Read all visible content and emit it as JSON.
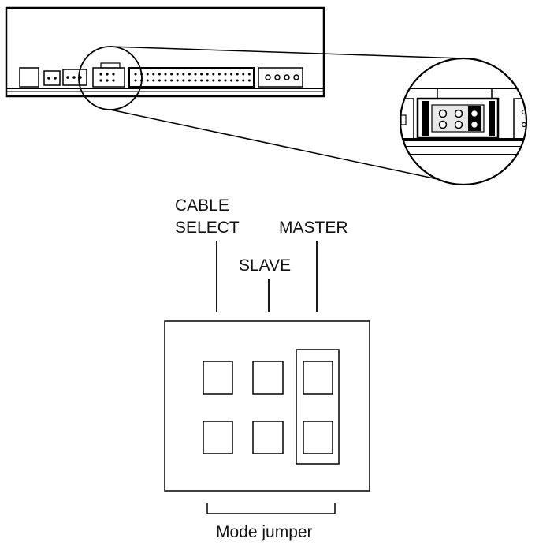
{
  "labels": {
    "cable_select_line1": "CABLE",
    "cable_select_line2": "SELECT",
    "slave": "SLAVE",
    "master": "MASTER",
    "mode_jumper": "Mode jumper"
  },
  "jumper_block": {
    "pin_pairs": 3,
    "jumpered_position": "MASTER"
  }
}
